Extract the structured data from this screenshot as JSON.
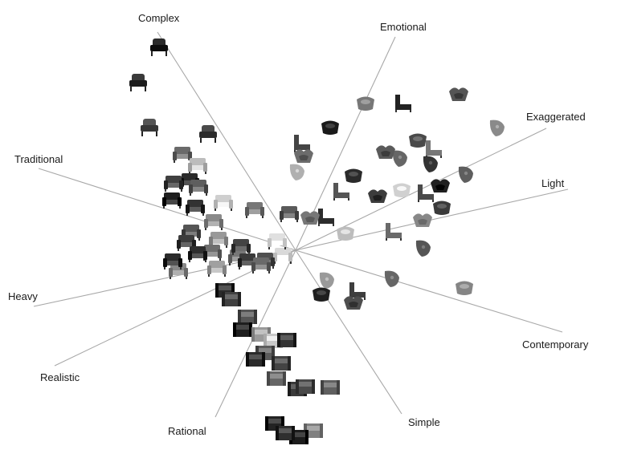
{
  "title": "Perceptual space of chair designs",
  "center_label": "",
  "axes": [
    {
      "id": "complex",
      "label": "Complex"
    },
    {
      "id": "emotional",
      "label": "Emotional"
    },
    {
      "id": "exaggerated",
      "label": "Exaggerated"
    },
    {
      "id": "light",
      "label": "Light"
    },
    {
      "id": "contemporary",
      "label": "Contemporary"
    },
    {
      "id": "simple",
      "label": "Simple"
    },
    {
      "id": "rational",
      "label": "Rational"
    },
    {
      "id": "realistic",
      "label": "Realistic"
    },
    {
      "id": "heavy",
      "label": "Heavy"
    },
    {
      "id": "traditional",
      "label": "Traditional"
    }
  ],
  "items": [
    {
      "type": "wingback",
      "tone": "#2a2a2a"
    },
    {
      "type": "wingback",
      "tone": "#3a3a3a"
    },
    {
      "type": "wingback",
      "tone": "#555555"
    },
    {
      "type": "wingback",
      "tone": "#4a4a4a"
    },
    {
      "type": "armchair",
      "tone": "#6a6a6a"
    },
    {
      "type": "armchair",
      "tone": "#bcbcbc"
    },
    {
      "type": "armchair",
      "tone": "#2b2b2b"
    },
    {
      "type": "armchair",
      "tone": "#404040"
    },
    {
      "type": "armchair",
      "tone": "#5e5e5e"
    },
    {
      "type": "armchair",
      "tone": "#1e1e1e"
    },
    {
      "type": "armchair",
      "tone": "#cfcfcf"
    },
    {
      "type": "armchair",
      "tone": "#333333"
    },
    {
      "type": "armchair",
      "tone": "#8a8a8a"
    },
    {
      "type": "armchair",
      "tone": "#555555"
    },
    {
      "type": "armchair",
      "tone": "#999999"
    },
    {
      "type": "armchair",
      "tone": "#3c3c3c"
    },
    {
      "type": "armchair",
      "tone": "#6e6e6e"
    },
    {
      "type": "armchair",
      "tone": "#2e2e2e"
    },
    {
      "type": "armchair",
      "tone": "#777777"
    },
    {
      "type": "armchair",
      "tone": "#444444"
    },
    {
      "type": "armchair",
      "tone": "#888888"
    },
    {
      "type": "armchair",
      "tone": "#d9d9d9"
    },
    {
      "type": "armchair",
      "tone": "#a0a0a0"
    },
    {
      "type": "armchair",
      "tone": "#505050"
    },
    {
      "type": "armchair",
      "tone": "#3a3a3a"
    },
    {
      "type": "armchair",
      "tone": "#6a6a6a"
    },
    {
      "type": "armchair",
      "tone": "#e0e0e0"
    },
    {
      "type": "armchair",
      "tone": "#2a2a2a"
    },
    {
      "type": "armchair",
      "tone": "#777777"
    },
    {
      "type": "armchair",
      "tone": "#5a5a5a"
    },
    {
      "type": "cube",
      "tone": "#2a2a2a"
    },
    {
      "type": "cube",
      "tone": "#404040"
    },
    {
      "type": "cube",
      "tone": "#555555"
    },
    {
      "type": "cube",
      "tone": "#1e1e1e"
    },
    {
      "type": "cube",
      "tone": "#9a9a9a"
    },
    {
      "type": "cube",
      "tone": "#c8c8c8"
    },
    {
      "type": "cube",
      "tone": "#333333"
    },
    {
      "type": "cube",
      "tone": "#5c5c5c"
    },
    {
      "type": "cube",
      "tone": "#2b2b2b"
    },
    {
      "type": "cube",
      "tone": "#444444"
    },
    {
      "type": "cube",
      "tone": "#666666"
    },
    {
      "type": "cube",
      "tone": "#3a3a3a"
    },
    {
      "type": "cube",
      "tone": "#4a4a4a"
    },
    {
      "type": "cube",
      "tone": "#232323"
    },
    {
      "type": "cube",
      "tone": "#808080"
    },
    {
      "type": "cube",
      "tone": "#1c1c1c"
    },
    {
      "type": "cube",
      "tone": "#2f2f2f"
    },
    {
      "type": "cube",
      "tone": "#606060"
    },
    {
      "type": "modern",
      "tone": "#777777"
    },
    {
      "type": "modern",
      "tone": "#222222"
    },
    {
      "type": "modern",
      "tone": "#555555"
    },
    {
      "type": "modern",
      "tone": "#8a8a8a"
    },
    {
      "type": "modern",
      "tone": "#1a1a1a"
    },
    {
      "type": "modern",
      "tone": "#444444"
    },
    {
      "type": "modern",
      "tone": "#6c6c6c"
    },
    {
      "type": "modern",
      "tone": "#b0b0b0"
    },
    {
      "type": "modern",
      "tone": "#2a2a2a"
    },
    {
      "type": "modern",
      "tone": "#555555"
    },
    {
      "type": "modern",
      "tone": "#3c3c3c"
    },
    {
      "type": "modern",
      "tone": "#666666"
    },
    {
      "type": "modern",
      "tone": "#4a4a4a"
    },
    {
      "type": "modern",
      "tone": "#777777"
    },
    {
      "type": "modern",
      "tone": "#5a5a5a"
    },
    {
      "type": "modern",
      "tone": "#333333"
    },
    {
      "type": "modern",
      "tone": "#d0d0d0"
    },
    {
      "type": "modern",
      "tone": "#4a4a4a"
    },
    {
      "type": "modern",
      "tone": "#202020"
    },
    {
      "type": "modern",
      "tone": "#5e5e5e"
    },
    {
      "type": "modern",
      "tone": "#3a3a3a"
    },
    {
      "type": "modern",
      "tone": "#6a6a6a"
    },
    {
      "type": "modern",
      "tone": "#888888"
    },
    {
      "type": "modern",
      "tone": "#555555"
    },
    {
      "type": "modern",
      "tone": "#bdbdbd"
    },
    {
      "type": "modern",
      "tone": "#2c2c2c"
    },
    {
      "type": "modern",
      "tone": "#777777"
    },
    {
      "type": "modern",
      "tone": "#9a9a9a"
    },
    {
      "type": "modern",
      "tone": "#1f1f1f"
    },
    {
      "type": "modern",
      "tone": "#3e3e3e"
    },
    {
      "type": "modern",
      "tone": "#4e4e4e"
    },
    {
      "type": "modern",
      "tone": "#666666"
    },
    {
      "type": "modern",
      "tone": "#858585"
    }
  ],
  "colors": {
    "axis_line": "#a8a8a8",
    "label_text": "#1a1a1a",
    "background": "#ffffff"
  }
}
